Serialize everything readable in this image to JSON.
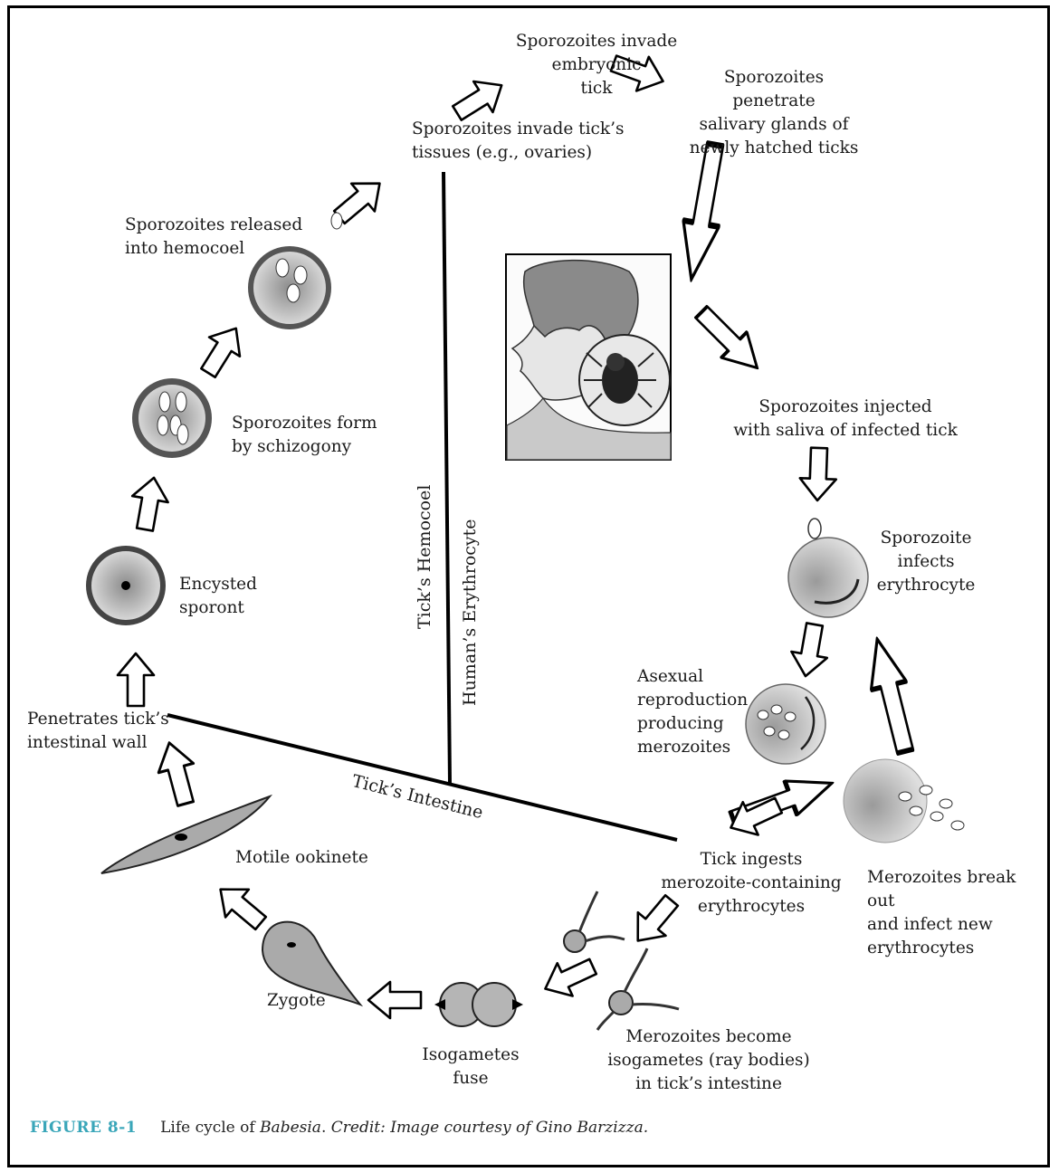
{
  "labels": {
    "sporozoites_invade_embryonic": "Sporozoites invade\nembryonic\ntick",
    "sporozoites_penetrate_salivary": "Sporozoites penetrate\nsalivary glands of\nnewly hatched ticks",
    "sporozoites_invade_tissues": "Sporozoites invade tick’s\ntissues (e.g., ovaries)",
    "sporozoites_released": "Sporozoites released\ninto hemocoel",
    "sporozoites_injected": "Sporozoites injected\nwith saliva of infected tick",
    "sporozoites_form": "Sporozoites form\nby schizogony",
    "sporozoite_infects": "Sporozoite\ninfects\nerythrocyte",
    "encysted_sporont": "Encysted\nsporont",
    "asexual_reproduction": "Asexual\nreproduction\nproducing\nmerozoites",
    "penetrates_wall": "Penetrates tick’s\nintestinal wall",
    "merozoites_break_out": "Merozoites break out\nand infect new\nerythrocytes",
    "tick_ingests": "Tick ingests\nmerozoite-containing\nerythrocytes",
    "motile_ookinete": "Motile ookinete",
    "zygote": "Zygote",
    "isogametes_fuse": "Isogametes\nfuse",
    "merozoites_become": "Merozoites become\nisogametes (ray bodies)\nin tick’s intestine"
  },
  "regions": {
    "ticks_hemocoel": "Tick’s Hemocoel",
    "humans_erythrocyte": "Human’s Erythrocyte",
    "ticks_intestine": "Tick’s Intestine"
  },
  "caption": {
    "figure_number": "FIGURE 8-1",
    "text_a": "Life cycle of ",
    "organism": "Babesia",
    "text_b": ". ",
    "credit": "Credit: Image courtesy of Gino Barzizza."
  },
  "colors": {
    "caption_accent": "#3aa6b9",
    "cell_fill": "#c8c8c8",
    "line": "#000000"
  }
}
